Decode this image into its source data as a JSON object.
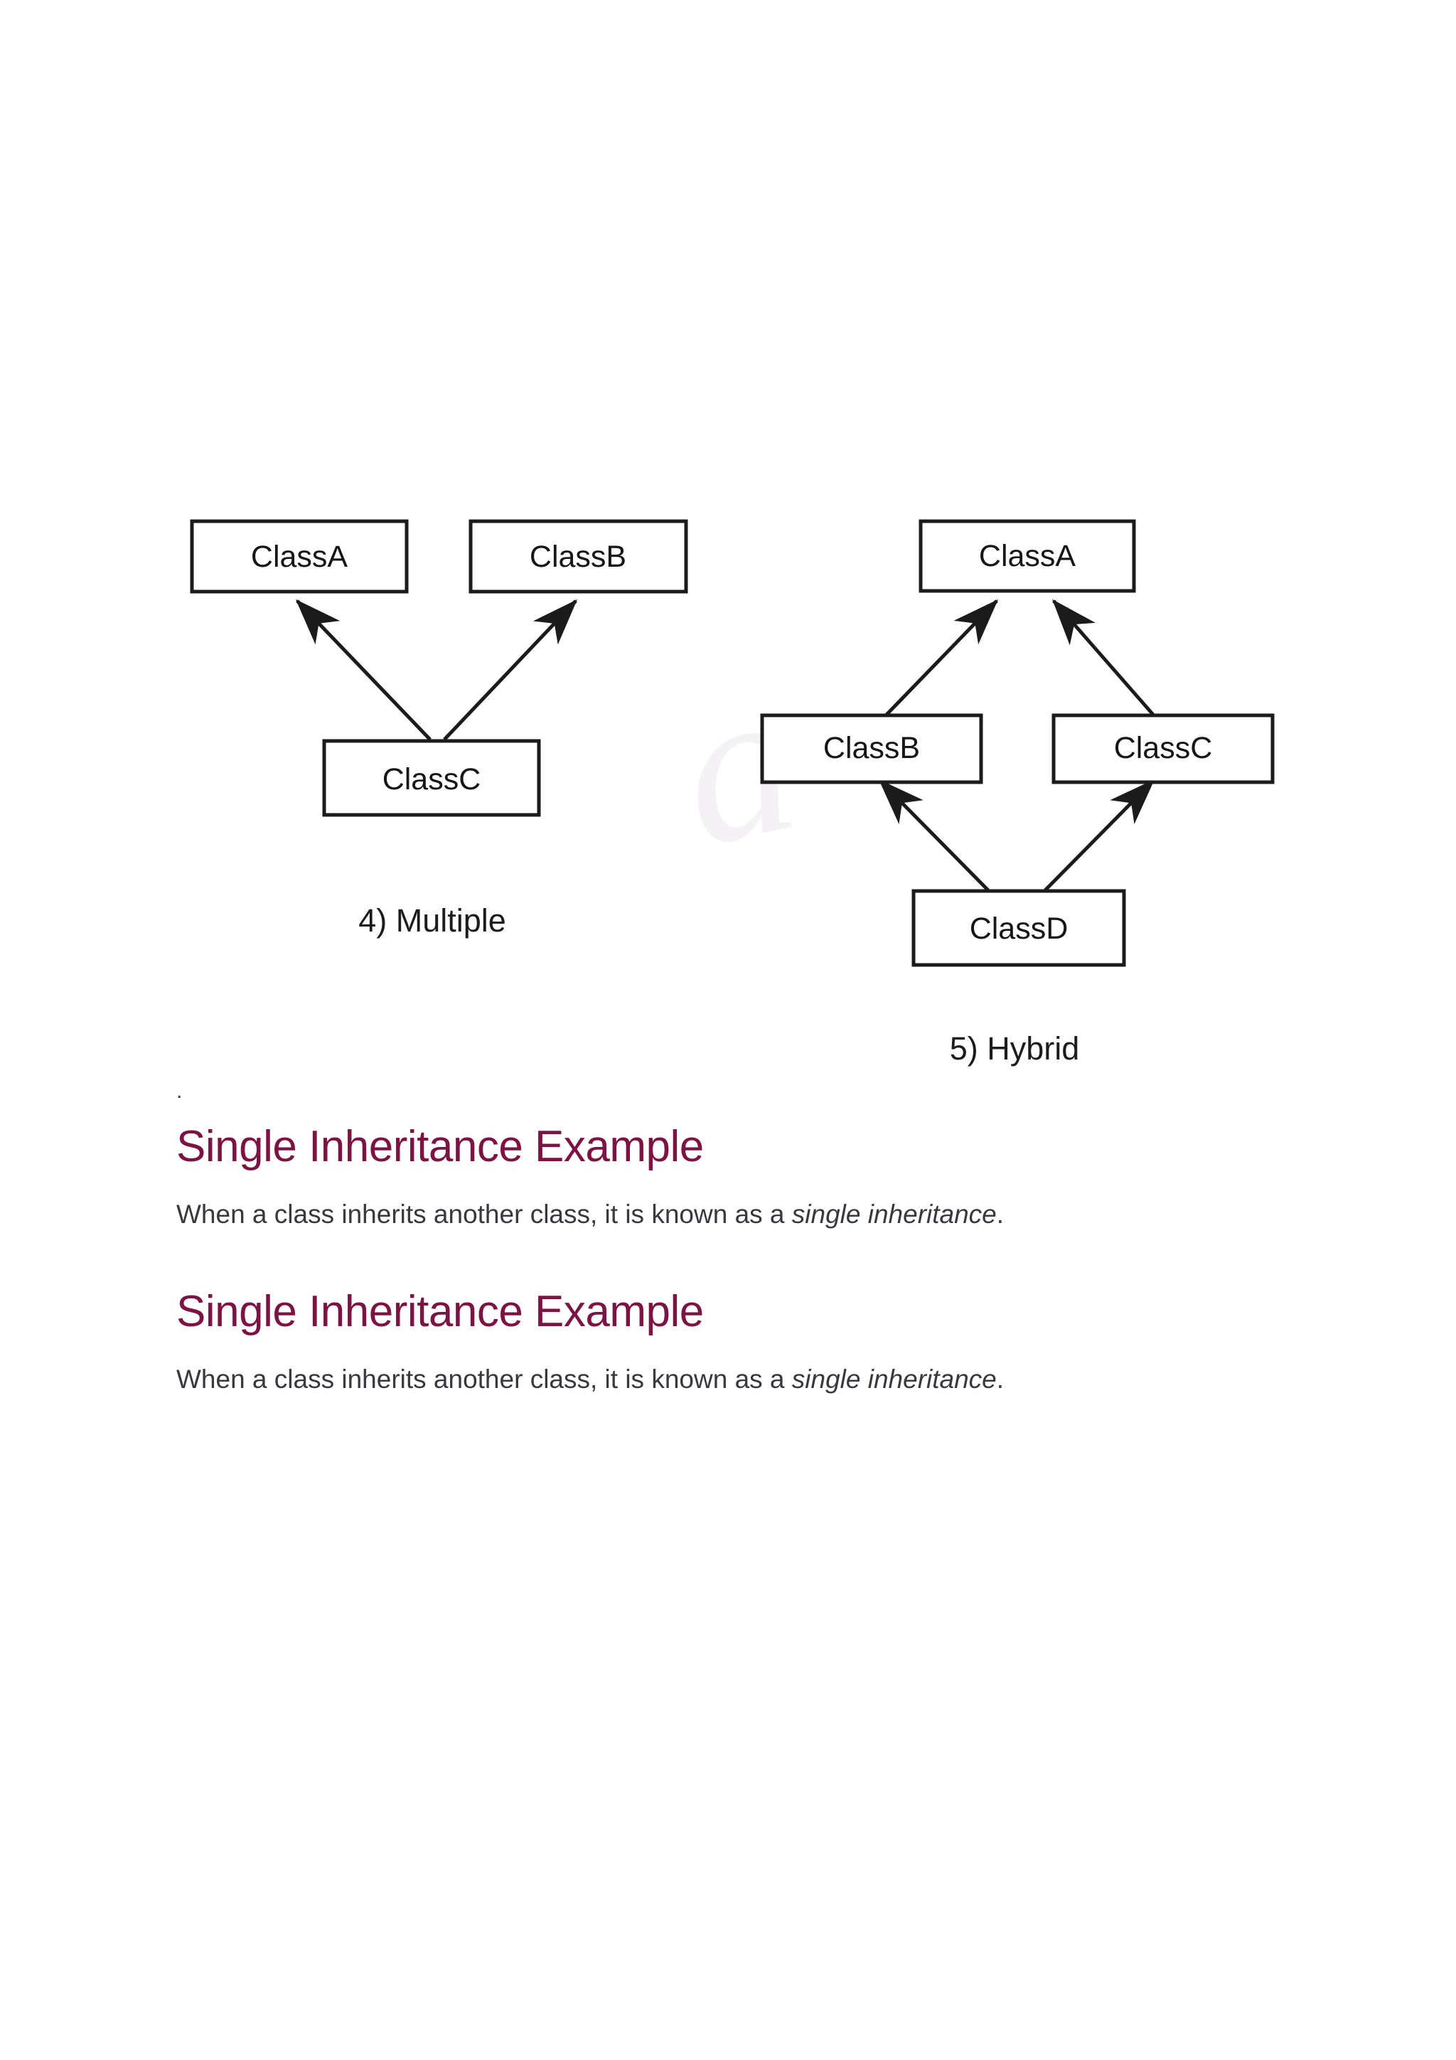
{
  "document": {
    "background_color": "#ffffff",
    "heading_color": "#7c1343",
    "body_color": "#36393e"
  },
  "figure": {
    "diagrams": [
      {
        "id": "multiple-inheritance",
        "caption": "4) Multiple",
        "nodes": [
          {
            "id": "A",
            "label": "ClassA"
          },
          {
            "id": "B",
            "label": "ClassB"
          },
          {
            "id": "C",
            "label": "ClassC"
          }
        ],
        "edges": [
          {
            "from": "C",
            "to": "A"
          },
          {
            "from": "C",
            "to": "B"
          }
        ]
      },
      {
        "id": "hybrid-inheritance",
        "caption": "5) Hybrid",
        "nodes": [
          {
            "id": "A",
            "label": "ClassA"
          },
          {
            "id": "B",
            "label": "ClassB"
          },
          {
            "id": "C",
            "label": "ClassC"
          },
          {
            "id": "D",
            "label": "ClassD"
          }
        ],
        "edges": [
          {
            "from": "B",
            "to": "A"
          },
          {
            "from": "C",
            "to": "A"
          },
          {
            "from": "D",
            "to": "B"
          },
          {
            "from": "D",
            "to": "C"
          }
        ]
      }
    ],
    "node_labels": {
      "multiple_a": "ClassA",
      "multiple_b": "ClassB",
      "multiple_c": "ClassC",
      "hybrid_a": "ClassA",
      "hybrid_b": "ClassB",
      "hybrid_c": "ClassC",
      "hybrid_d": "ClassD"
    },
    "captions": {
      "multiple": "4) Multiple",
      "hybrid": "5) Hybrid"
    }
  },
  "content": {
    "stray_mark": ".",
    "sections": [
      {
        "heading": "Single Inheritance Example",
        "paragraph_before": "When a class inherits another class, it is known as a ",
        "paragraph_emphasis": "single inheritance",
        "paragraph_after": "."
      },
      {
        "heading": "Single Inheritance Example",
        "paragraph_before": "When a class inherits another class, it is known as a ",
        "paragraph_emphasis": "single inheritance",
        "paragraph_after": "."
      }
    ]
  }
}
